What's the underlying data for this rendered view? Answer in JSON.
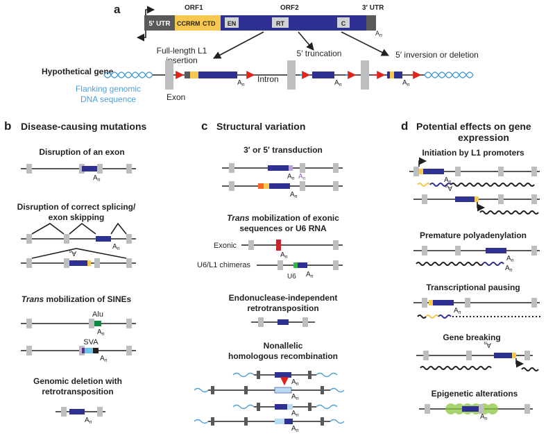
{
  "colors": {
    "l1_body": "#2e3192",
    "orf1": "#f7c84f",
    "utr": "#58595b",
    "exon": "#bcbec0",
    "flank_dna": "#4f9fd8",
    "arrow_red": "#e2231a",
    "arrow_green": "#12a150",
    "arrow_cyan": "#27aae1",
    "alu_green": "#0b8a3f",
    "sva_light": "#6fc0e8",
    "u6_green": "#39b54a",
    "exonic_red": "#c1272d",
    "epigenetic": "#8cc63f"
  },
  "panel_a": {
    "label": "a",
    "utr5": "5′ UTR",
    "orf1": "ORF1",
    "cc": "CC",
    "rrm": "RRM",
    "ctd": "CTD",
    "en": "EN",
    "orf2": "ORF2",
    "rt": "RT",
    "c": "C",
    "utr3": "3′ UTR",
    "an": "A",
    "an_sub": "n",
    "hypothetical_gene": "Hypothetical gene",
    "full_length": "Full-length L1",
    "insertion": "insertion",
    "truncation": "5′ truncation",
    "inversion": "5′ inversion or deletion",
    "exon": "Exon",
    "intron": "Intron",
    "flanking1": "Flanking genomic",
    "flanking2": "DNA sequence"
  },
  "panel_b": {
    "label": "b",
    "title": "Disease-causing mutations",
    "disruption_exon": "Disruption of an exon",
    "splicing1": "Disruption of correct splicing/",
    "splicing2": "exon skipping",
    "trans_word": "Trans",
    "sines": " mobilization of SINEs",
    "alu": "Alu",
    "sva": "SVA",
    "deletion1": "Genomic deletion with",
    "deletion2": "retrotransposition"
  },
  "panel_c": {
    "label": "c",
    "title": "Structural variation",
    "transduction": "3′ or 5′ transduction",
    "trans_word": "Trans",
    "trans_exonic1": " mobilization of exonic",
    "trans_exonic2": "sequences or U6 RNA",
    "exonic": "Exonic",
    "chimeras": "U6/L1 chimeras",
    "u6": "U6",
    "endo1": "Endonuclease-independent",
    "endo2": "retrotransposition",
    "nahr1": "Nonallelic",
    "nahr2": "homologous recombination"
  },
  "panel_d": {
    "label": "d",
    "title1": "Potential effects on gene",
    "title2": "expression",
    "initiation": "Initiation by L1 promoters",
    "polyadenylation": "Premature polyadenylation",
    "pausing": "Transcriptional pausing",
    "breaking": "Gene breaking",
    "epigenetic": "Epigenetic alterations"
  }
}
